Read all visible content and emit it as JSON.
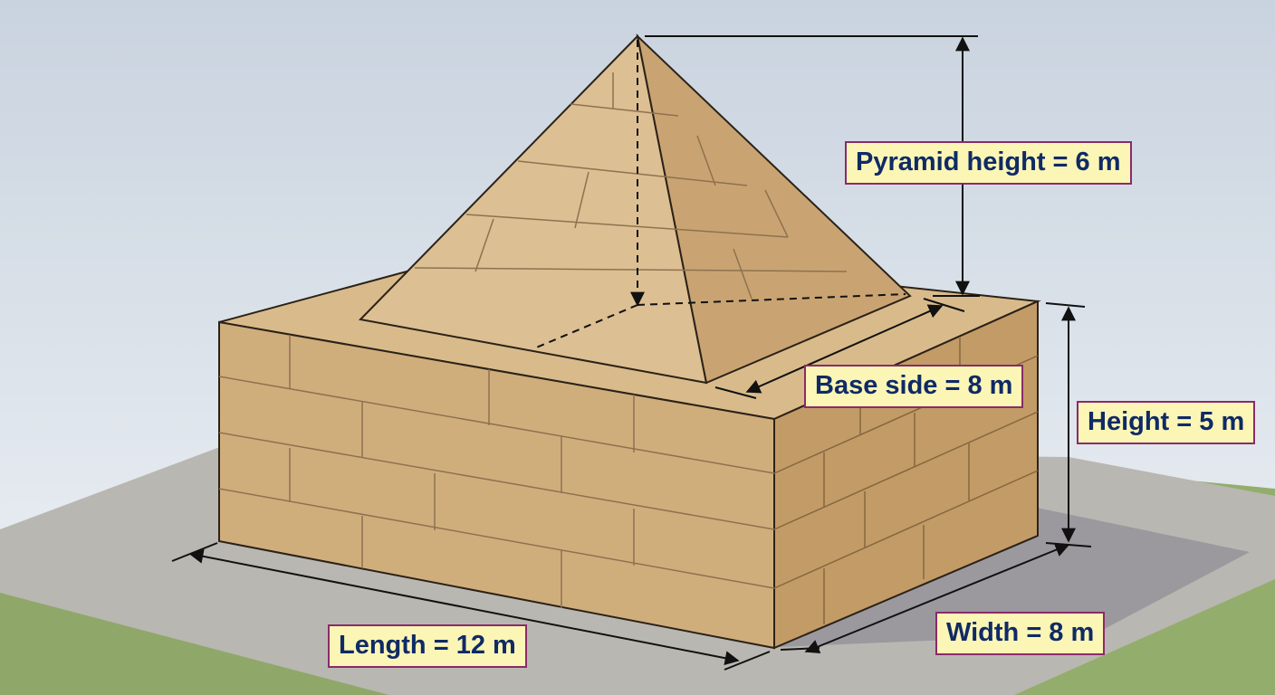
{
  "labels": {
    "pyramid_height": "Pyramid height = 6 m",
    "base_side": "Base side = 8 m",
    "height": "Height = 5 m",
    "length": "Length = 12 m",
    "width": "Width = 8 m"
  },
  "colors": {
    "sky_top": "#cfd8e3",
    "sky_bottom": "#e9eef3",
    "grass": "#8fa86a",
    "slab": "#b8b6b0",
    "stone_light": "#e2c79c",
    "stone_mid": "#d2b07f",
    "stone_dark": "#c29a66",
    "label_bg": "#fbf6b5",
    "label_border": "#8a2a6a",
    "label_text": "#0f2a66"
  }
}
